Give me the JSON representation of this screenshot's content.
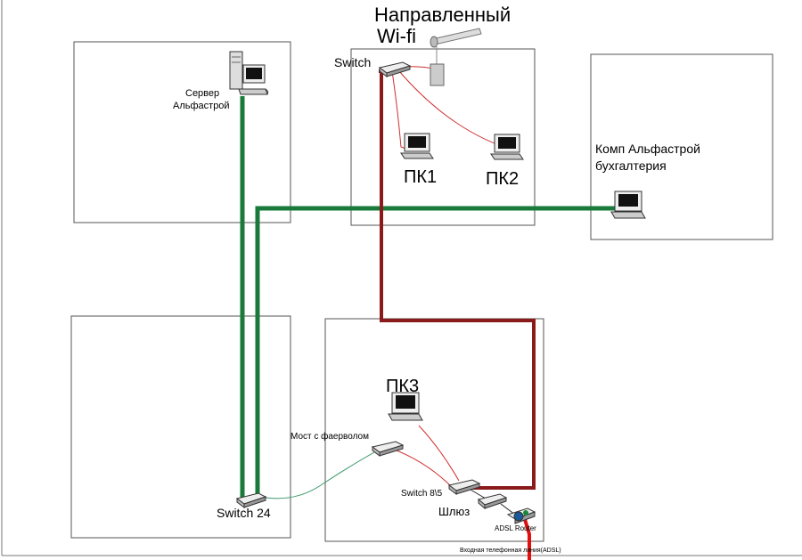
{
  "labels": {
    "wifi_line1": "Направленный",
    "wifi_line2": "Wi-fi",
    "switch_top": "Switch",
    "pc1": "ПК1",
    "pc2": "ПК2",
    "server_line1": "Сервер",
    "server_line2": "Альфастрой",
    "accounting_line1": "Комп Альфастрой",
    "accounting_line2": "бухгалтерия",
    "pc3": "ПК3",
    "bridge": "Мост с фаерволом",
    "switch_85": "Switch 8\\5",
    "gateway": "Шлюз",
    "adsl_router": "ADSL Router",
    "switch_24": "Switch 24",
    "phone_line": "Входная телефонная линия(ADSL)"
  },
  "colors": {
    "green_cable": "#1a7a3a",
    "dark_red_cable": "#8b1a1a",
    "thin_red": "#d03030",
    "thin_green": "#3a9a6a",
    "adsl_red": "#e01010",
    "room_border": "#555555"
  }
}
